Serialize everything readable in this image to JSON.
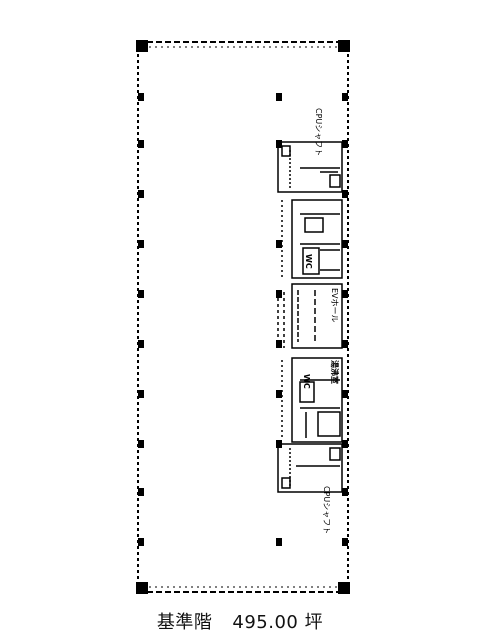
{
  "floor_plan": {
    "labels": {
      "cpu_shaft_top": "CPUシャフト",
      "cpu_shaft_bottom": "CPUシャフト",
      "ev_hall": "EVホール",
      "wc_top": "WC",
      "wc_bottom": "WC",
      "storage": "湯沸室"
    }
  },
  "caption": {
    "floor_name": "基準階",
    "area_value": "495.00",
    "area_unit": "坪"
  }
}
